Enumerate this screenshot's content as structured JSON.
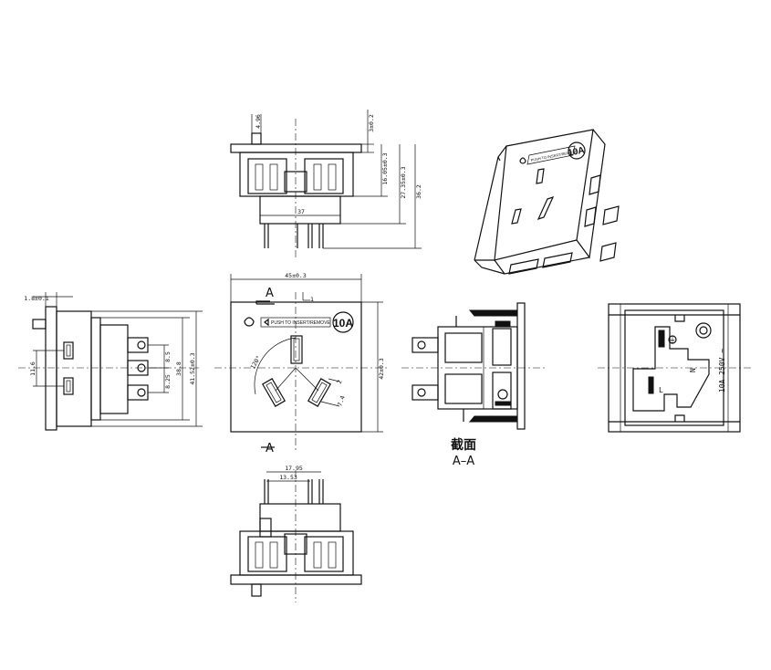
{
  "top_view": {
    "dim_thickness": "4.96",
    "dim_top_offset": "3±0.2",
    "dim_body_depth": "16.05±0.3",
    "dim_pin_depth": "27.35±0.3",
    "dim_overall_depth": "36.2",
    "dim_pin_pitch": "37"
  },
  "side_view": {
    "dim_flange": "1.8±0.1",
    "dim_slot_pitch": "11.6",
    "dim_tab_a": "8.5",
    "dim_tab_b": "8.25",
    "dim_height_a": "38.8",
    "dim_height_b": "41.52±0.3"
  },
  "front_view": {
    "dim_width": "45±0.3",
    "dim_height": "42±0.3",
    "section_label_top": "A",
    "section_label_bottom": "A",
    "datum": "1",
    "angle": "120°",
    "slot_width": "2",
    "slot_length": "7.4",
    "push_text": "PUSH TO INSERT/REMOVE",
    "rating": "10A"
  },
  "section": {
    "title": "截面",
    "subtitle": "A–A"
  },
  "rear_view": {
    "rating": "10A  250V ~",
    "earth": "⏚",
    "live": "L",
    "neutral": "N"
  },
  "bottom_view": {
    "dim_outer_pitch": "17.95",
    "dim_inner_pitch": "13.53"
  },
  "iso_view": {
    "push_text": "PUSH TO INSERT/REMOVE",
    "rating": "10A"
  }
}
